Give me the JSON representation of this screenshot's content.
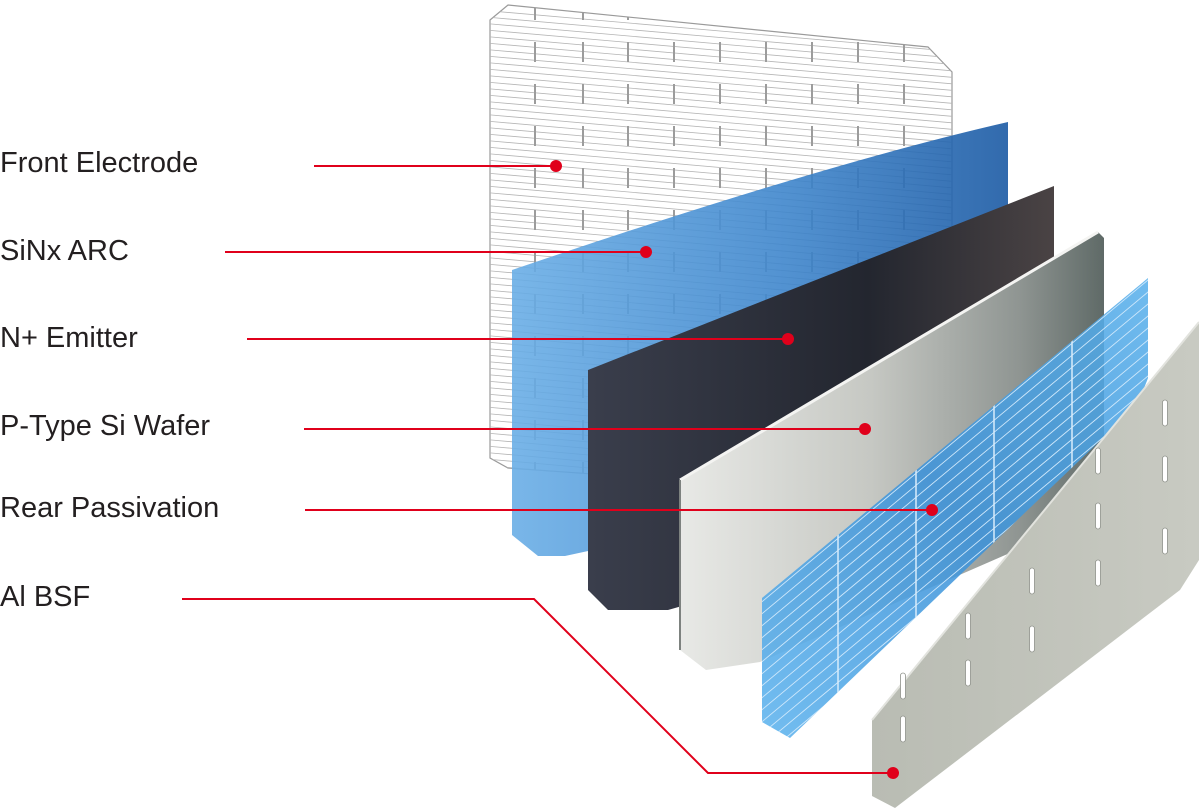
{
  "colors": {
    "leader_line": "#e0001b",
    "label_text": "#231f20",
    "front_electrode": "#ffffff",
    "sinx_arc": "#5a9bd5",
    "n_emitter": "#2a2e3a",
    "p_type_wafer": "#c8cac6",
    "rear_passivation": "#4aa3e6",
    "al_bsf": "#c3c5bd"
  },
  "layers": [
    {
      "label": "Front Electrode"
    },
    {
      "label": "SiNx ARC"
    },
    {
      "label": "N+ Emitter"
    },
    {
      "label": "P-Type Si Wafer"
    },
    {
      "label": "Rear Passivation"
    },
    {
      "label": "Al BSF"
    }
  ]
}
